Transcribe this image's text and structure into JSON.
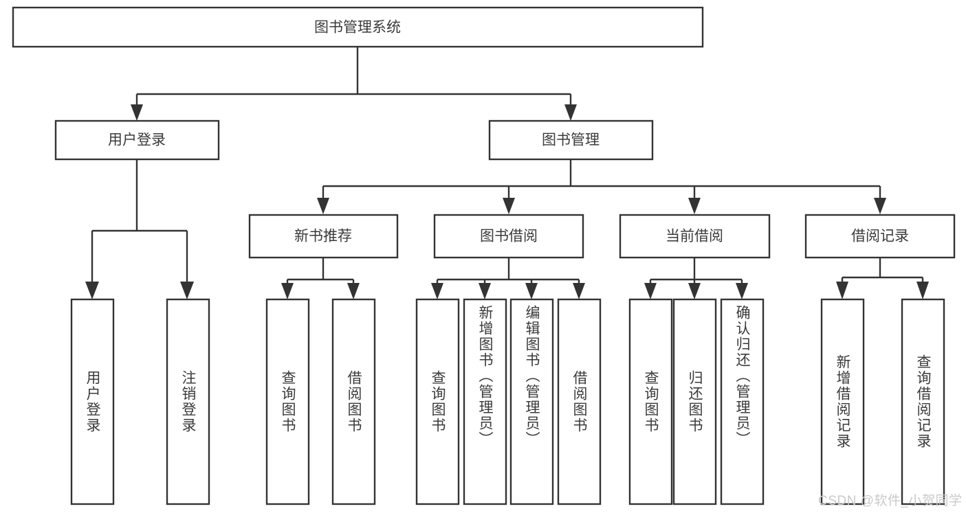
{
  "diagram": {
    "title": "图书管理系统",
    "type": "tree-hierarchy",
    "orientation": "top-down",
    "root": {
      "id": "root",
      "label": "图书管理系统"
    },
    "level2": [
      {
        "id": "user-login",
        "label": "用户登录"
      },
      {
        "id": "book-manage",
        "label": "图书管理"
      }
    ],
    "level3": [
      {
        "id": "new-book-rec",
        "label": "新书推荐",
        "parent": "book-manage"
      },
      {
        "id": "book-borrow",
        "label": "图书借阅",
        "parent": "book-manage"
      },
      {
        "id": "current-borrow",
        "label": "当前借阅",
        "parent": "book-manage"
      },
      {
        "id": "borrow-record",
        "label": "借阅记录",
        "parent": "book-manage"
      }
    ],
    "leaves": [
      {
        "id": "leaf-user-login",
        "label": "用户登录",
        "parent": "user-login"
      },
      {
        "id": "leaf-logout",
        "label": "注销登录",
        "parent": "user-login"
      },
      {
        "id": "leaf-query-book-1",
        "label": "查询图书",
        "parent": "new-book-rec"
      },
      {
        "id": "leaf-borrow-book-1",
        "label": "借阅图书",
        "parent": "new-book-rec"
      },
      {
        "id": "leaf-query-book-2",
        "label": "查询图书",
        "parent": "book-borrow"
      },
      {
        "id": "leaf-add-book",
        "label": "新增图书（管理员）",
        "parent": "book-borrow"
      },
      {
        "id": "leaf-edit-book",
        "label": "编辑图书（管理员）",
        "parent": "book-borrow"
      },
      {
        "id": "leaf-borrow-book-2",
        "label": "借阅图书",
        "parent": "book-borrow"
      },
      {
        "id": "leaf-query-book-3",
        "label": "查询图书",
        "parent": "current-borrow"
      },
      {
        "id": "leaf-return-book",
        "label": "归还图书",
        "parent": "current-borrow"
      },
      {
        "id": "leaf-confirm-return",
        "label": "确认归还（管理员）",
        "parent": "current-borrow"
      },
      {
        "id": "leaf-add-record",
        "label": "新增借阅记录",
        "parent": "borrow-record"
      },
      {
        "id": "leaf-query-record",
        "label": "查询借阅记录",
        "parent": "borrow-record"
      }
    ]
  },
  "watermark": {
    "text": "CSDN @软件_小贺同学"
  },
  "colors": {
    "stroke": "#333333",
    "text": "#3a3a3a",
    "background": "#ffffff",
    "watermark": "#c9c9c9"
  }
}
